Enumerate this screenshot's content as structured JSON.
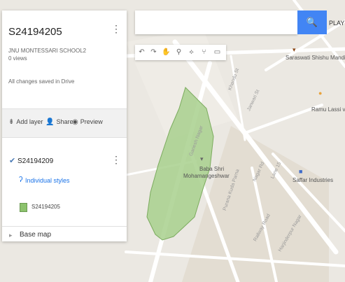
{
  "map": {
    "title": "S24194205",
    "subtitle": "JNU MONTESSARI SCHOOL2",
    "views": "0 views",
    "saved_status": "All changes saved in Drive",
    "actions": [
      {
        "label": "Add layer",
        "icon": "add-layer-icon",
        "glyph": "⇟"
      },
      {
        "label": "Share",
        "icon": "share-icon",
        "glyph": "👤"
      },
      {
        "label": "Preview",
        "icon": "preview-icon",
        "glyph": "◉"
      }
    ],
    "layer": {
      "name": "S24194209",
      "style_label": "Individual styles",
      "item_label": "S24194205",
      "swatch_color": "#8cc26d"
    },
    "base_map_label": "Base map"
  },
  "search": {
    "placeholder": "",
    "button_icon": "search-icon",
    "overflow_label": "PLAY"
  },
  "toolbar": {
    "tools": [
      {
        "icon": "undo-icon",
        "glyph": "↶"
      },
      {
        "icon": "redo-icon",
        "glyph": "↷"
      },
      {
        "icon": "hand-icon",
        "glyph": "✋"
      },
      {
        "icon": "marker-icon",
        "glyph": "⚲"
      },
      {
        "icon": "draw-line-icon",
        "glyph": "⟡"
      },
      {
        "icon": "route-icon",
        "glyph": "⑂"
      },
      {
        "icon": "ruler-icon",
        "glyph": "▭"
      }
    ]
  },
  "places": {
    "saraswati": "Saraswati Shishu Mandi",
    "ramu": "Ramu Lassi v",
    "baba1": "Baba Shri",
    "baba2": "Mohamangeshwar",
    "saffar": "Saffar Industries"
  },
  "colors": {
    "accent": "#4285f4",
    "polygon_fill": "#a8d08d",
    "polygon_stroke": "#7bab5e",
    "map_bg": "#ebe8e2",
    "road": "#ffffff"
  }
}
